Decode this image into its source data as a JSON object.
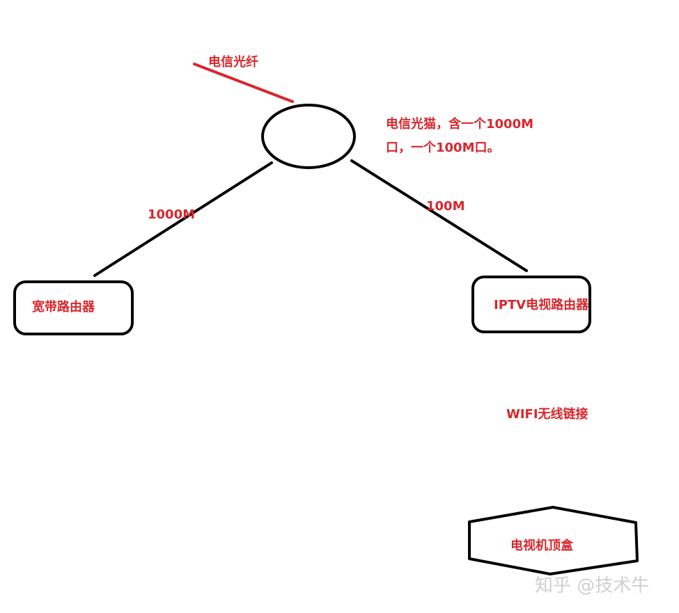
{
  "labels": {
    "fiber": "电信光纤",
    "modem_desc_line1": "电信光猫，含一个1000M",
    "modem_desc_line2": "口，一个100M口。",
    "link_1000m": "1000M",
    "link_100m": "100M",
    "broadband_router": "宽带路由器",
    "iptv_router": "IPTV电视路由器",
    "wifi_link": "WIFI无线链接",
    "set_top_box": "电视机顶盒"
  },
  "watermark": "知乎 @技术牛",
  "colors": {
    "label_text": "#d9262c",
    "fiber_line": "#d9262c",
    "strokes": "#000000",
    "watermark": "#cfcfcf"
  }
}
